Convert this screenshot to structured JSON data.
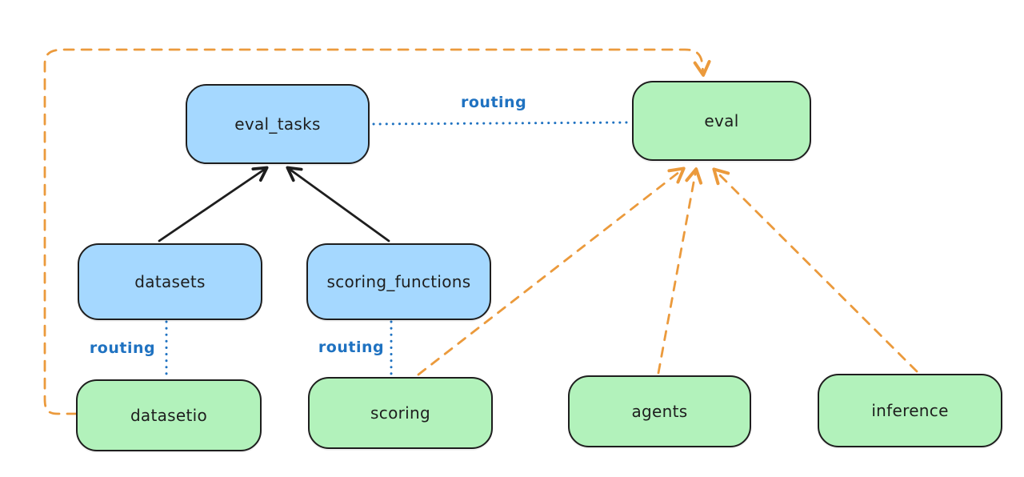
{
  "diagram": {
    "nodes": {
      "eval_tasks": {
        "label": "eval_tasks",
        "kind": "resource-blue"
      },
      "eval": {
        "label": "eval",
        "kind": "api-green"
      },
      "datasets": {
        "label": "datasets",
        "kind": "resource-blue"
      },
      "scoring_functions": {
        "label": "scoring_functions",
        "kind": "resource-blue"
      },
      "datasetio": {
        "label": "datasetio",
        "kind": "api-green"
      },
      "scoring": {
        "label": "scoring",
        "kind": "api-green"
      },
      "agents": {
        "label": "agents",
        "kind": "api-green"
      },
      "inference": {
        "label": "inference",
        "kind": "api-green"
      }
    },
    "edge_labels": {
      "eval_tasks_eval": "routing",
      "datasets_datasetio": "routing",
      "scoring_functions_scoring": "routing"
    },
    "colors": {
      "node_blue_fill": "#a5d8ff",
      "node_green_fill": "#b2f2bb",
      "node_stroke": "#1e1e1e",
      "routing_blue": "#1f72c1",
      "provider_orange": "#eb9a3c",
      "arrow_black": "#1e1e1e",
      "background": "#ffffff"
    }
  }
}
